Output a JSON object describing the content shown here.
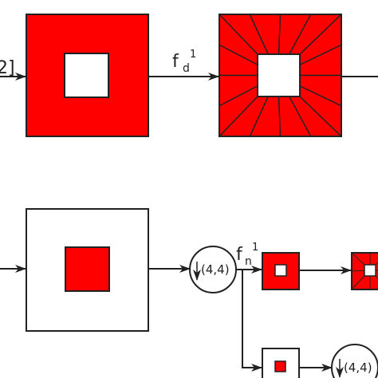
{
  "labels": {
    "left_bracket": "2]",
    "fd_base": "f",
    "fd_sub": "d",
    "fd_sup": "1",
    "fn_base": "f",
    "fn_sub": "n",
    "fn_sup": "1",
    "down1": "(4,4)",
    "down2": "(4,4)"
  },
  "colors": {
    "fill": "#ff0000",
    "stroke": "#222222",
    "background": "#ffffff"
  }
}
